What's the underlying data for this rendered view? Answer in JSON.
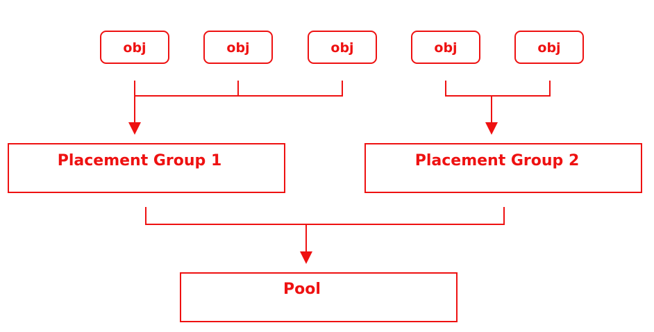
{
  "diagram": {
    "objects": [
      {
        "label": "obj"
      },
      {
        "label": "obj"
      },
      {
        "label": "obj"
      },
      {
        "label": "obj"
      },
      {
        "label": "obj"
      }
    ],
    "placement_groups": [
      {
        "label": "Placement Group 1"
      },
      {
        "label": "Placement Group 2"
      }
    ],
    "pool": {
      "label": "Pool"
    },
    "colors": {
      "stroke": "#ee1111",
      "text": "#ee1111",
      "background": "#ffffff"
    }
  }
}
